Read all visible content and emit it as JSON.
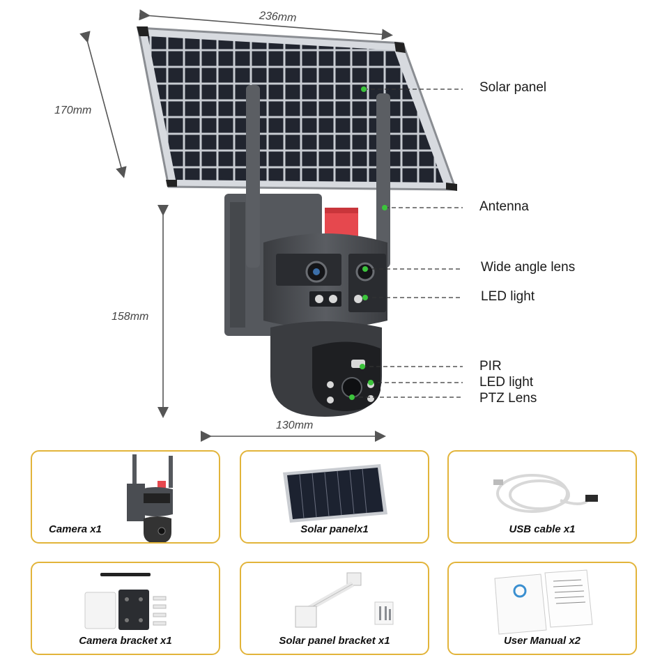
{
  "dimensions": {
    "panel_width": "236mm",
    "panel_height": "170mm",
    "camera_height": "158mm",
    "camera_width": "130mm"
  },
  "callouts": [
    {
      "id": "solar",
      "label": "Solar panel"
    },
    {
      "id": "antenna",
      "label": "Antenna"
    },
    {
      "id": "wide",
      "label": "Wide angle lens"
    },
    {
      "id": "led1",
      "label": "LED light"
    },
    {
      "id": "pir",
      "label": "PIR"
    },
    {
      "id": "led2",
      "label": "LED light"
    },
    {
      "id": "ptz",
      "label": "PTZ Lens"
    }
  ],
  "package_items": [
    {
      "label": "Camera x1"
    },
    {
      "label": "Solar panelx1"
    },
    {
      "label": "USB cable x1"
    },
    {
      "label": "Camera bracket x1"
    },
    {
      "label": "Solar panel bracket x1"
    },
    {
      "label": "User Manual x2"
    }
  ],
  "colors": {
    "accent_border": "#e2b43a",
    "callout_dot": "#3cc43c",
    "camera_body": "#4a4d52",
    "solar_cell": "#1b1f2a"
  }
}
